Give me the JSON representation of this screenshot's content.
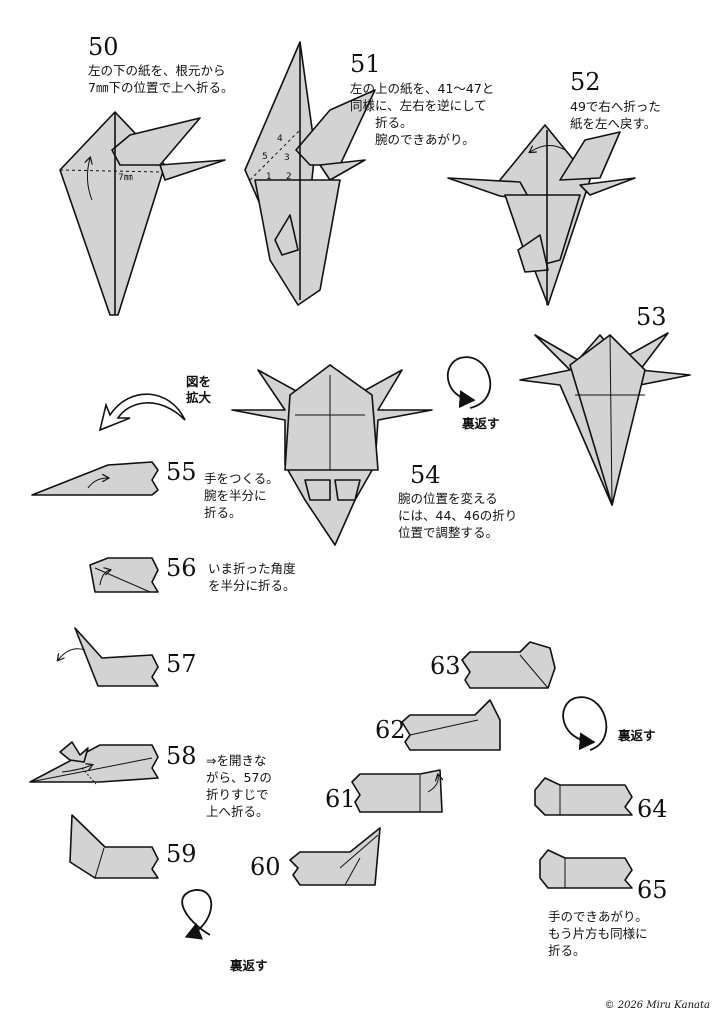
{
  "steps": [
    {
      "num": "50",
      "text": "左の下の紙を、根元から\n7㎜下の位置で上へ折る。"
    },
    {
      "num": "51",
      "text": "左の上の紙を、41〜47と\n同様に、左右を逆にして\n　　折る。\n　　腕のできあがり。"
    },
    {
      "num": "52",
      "text": "49で右へ折った\n紙を左へ戻す。"
    },
    {
      "num": "53",
      "text": ""
    },
    {
      "num": "54",
      "text": "腕の位置を変える\nには、44、46の折り\n位置で調整する。"
    },
    {
      "num": "55",
      "text": "手をつくる。\n腕を半分に\n折る。"
    },
    {
      "num": "56",
      "text": "いま折った角度\nを半分に折る。"
    },
    {
      "num": "57",
      "text": ""
    },
    {
      "num": "58",
      "text": "⇒を開きな\nがら、57の\n折りすじで\n上へ折る。"
    },
    {
      "num": "59",
      "text": ""
    },
    {
      "num": "60",
      "text": ""
    },
    {
      "num": "61",
      "text": ""
    },
    {
      "num": "62",
      "text": ""
    },
    {
      "num": "63",
      "text": ""
    },
    {
      "num": "64",
      "text": ""
    },
    {
      "num": "65",
      "text": "手のできあがり。\nもう片方も同様に\n折る。"
    }
  ],
  "labels": {
    "turn_over": "裏返す",
    "enlarge": "図を\n拡大",
    "measure": "7㎜",
    "marks": [
      "1",
      "2",
      "3",
      "4",
      "5"
    ]
  },
  "copyright": "© 2026 Miru Kanata",
  "colors": {
    "paper": "#d3d3d3",
    "line": "#111111",
    "background": "#ffffff"
  }
}
